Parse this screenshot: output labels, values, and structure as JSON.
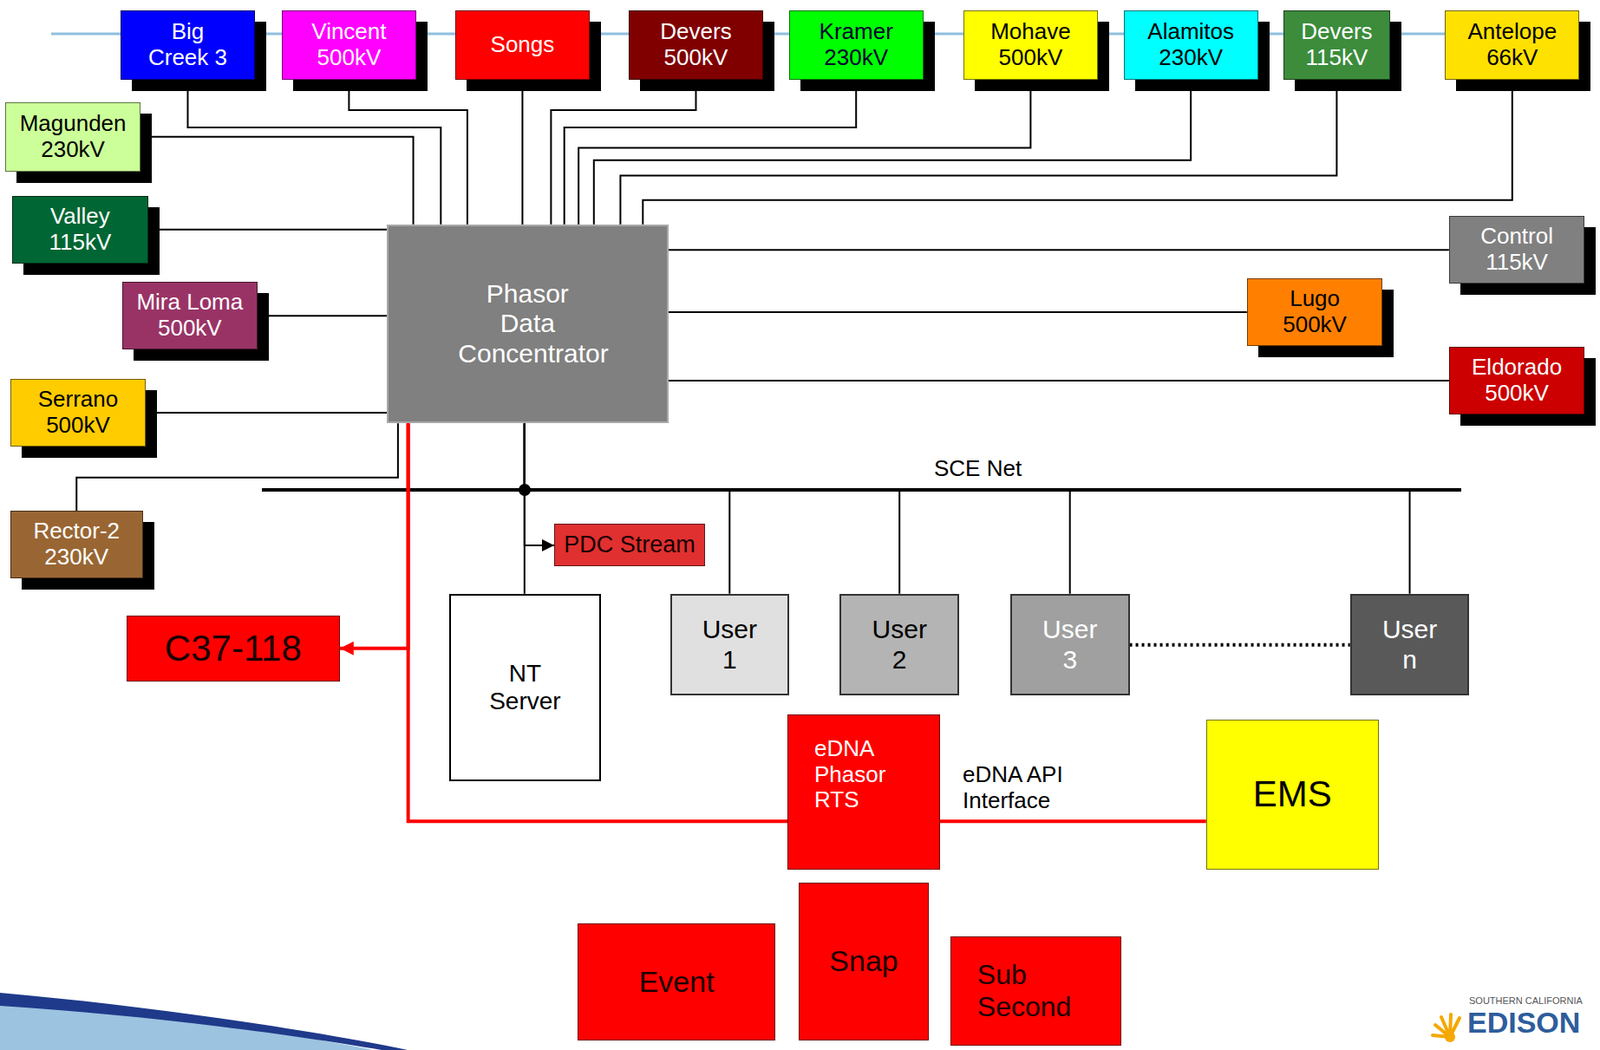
{
  "diagram": {
    "nodes": [
      {
        "text": [
          "Big Creek 3"
        ]
      },
      {
        "text": [
          "Vincent 500kV"
        ]
      },
      {
        "text": [
          "Songs"
        ]
      },
      {
        "text": [
          "Devers 500kV"
        ]
      },
      {
        "text": [
          "Kramer 230kV"
        ]
      },
      {
        "text": [
          "Mohave 500kV"
        ]
      },
      {
        "text": [
          "Alamitos 230kV"
        ]
      },
      {
        "text": [
          "Devers 115kV"
        ]
      },
      {
        "text": [
          "Antelope 66kV"
        ]
      },
      {
        "text": [
          "Magunden 230kV"
        ]
      },
      {
        "text": [
          "Valley 115kV"
        ]
      },
      {
        "text": [
          "Control 115kV"
        ]
      },
      {
        "text": [
          "Phasor Data Concentrator"
        ]
      },
      {
        "text": [
          "Mira Loma 500kV"
        ]
      },
      {
        "text": [
          "Lugo 500kV"
        ]
      },
      {
        "text": [
          "Serrano 500kV"
        ]
      },
      {
        "text": [
          "Eldorado 500kV"
        ]
      },
      {
        "text": [
          "Rector-2 230kV"
        ]
      },
      {
        "text": [
          "PDC Stream"
        ]
      },
      {
        "text": [
          "NT Server"
        ]
      },
      {
        "text": [
          "User 1"
        ]
      },
      {
        "text": [
          "User 2"
        ]
      },
      {
        "text": [
          "User 3"
        ]
      },
      {
        "text": [
          "User n"
        ]
      },
      {
        "text": [
          "C37-118"
        ]
      },
      {
        "text": [
          "eDNA Phasor RTS"
        ]
      },
      {
        "text": [
          "EMS"
        ]
      },
      {
        "text": [
          "Event"
        ]
      },
      {
        "text": [
          "Snap"
        ]
      },
      {
        "text": [
          "Sub Second"
        ]
      }
    ],
    "edges": [
      {
        "from": 0,
        "to": 12,
        "arrow": "none"
      },
      {
        "from": 1,
        "to": 12,
        "arrow": "none"
      },
      {
        "from": 2,
        "to": 12,
        "arrow": "none"
      },
      {
        "from": 3,
        "to": 12,
        "arrow": "none"
      },
      {
        "from": 4,
        "to": 12,
        "arrow": "none"
      },
      {
        "from": 5,
        "to": 12,
        "arrow": "none"
      },
      {
        "from": 6,
        "to": 12,
        "arrow": "none"
      },
      {
        "from": 7,
        "to": 12,
        "arrow": "none"
      },
      {
        "from": 8,
        "to": 12,
        "arrow": "none"
      },
      {
        "from": 9,
        "to": 12,
        "arrow": "none"
      },
      {
        "from": 10,
        "to": 12,
        "arrow": "none"
      },
      {
        "from": 11,
        "to": 12,
        "arrow": "none"
      },
      {
        "from": 13,
        "to": 12,
        "arrow": "none"
      },
      {
        "from": 14,
        "to": 12,
        "arrow": "none"
      },
      {
        "from": 15,
        "to": 12,
        "arrow": "none"
      },
      {
        "from": 16,
        "to": 12,
        "arrow": "none"
      },
      {
        "from": 17,
        "to": 12,
        "arrow": "none"
      },
      {
        "from": 12,
        "to": 18,
        "arrow": "to"
      },
      {
        "from": 12,
        "to": 19,
        "arrow": "none"
      },
      {
        "from": 12,
        "to": 20,
        "arrow": "none"
      },
      {
        "from": 12,
        "to": 21,
        "arrow": "none"
      },
      {
        "from": 12,
        "to": 22,
        "arrow": "none"
      },
      {
        "from": 12,
        "to": 23,
        "arrow": "none"
      },
      {
        "from": 22,
        "to": 23,
        "arrow": "none"
      },
      {
        "from": 12,
        "to": 24,
        "arrow": "to"
      },
      {
        "from": 12,
        "to": 25,
        "arrow": "none"
      },
      {
        "from": 25,
        "to": 26,
        "label": "eDNA API Interface",
        "arrow": "none"
      }
    ],
    "labels": [
      "SCE Net",
      "SOUTHERN CALIFORNIA",
      "EDISON"
    ]
  }
}
